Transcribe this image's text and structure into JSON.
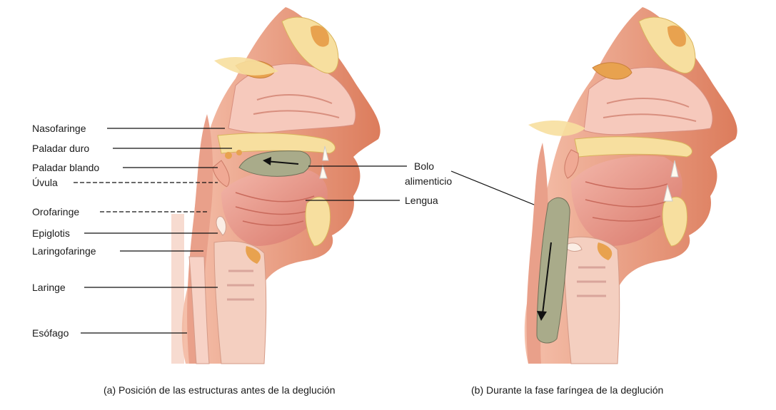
{
  "labels_left": [
    {
      "key": "nasofaringe",
      "text": "Nasofaringe"
    },
    {
      "key": "paladar-duro",
      "text": "Paladar duro"
    },
    {
      "key": "paladar-blando",
      "text": "Paladar blando"
    },
    {
      "key": "uvula",
      "text": "Úvula"
    },
    {
      "key": "orofaringe",
      "text": "Orofaringe"
    },
    {
      "key": "epiglotis",
      "text": "Epiglotis"
    },
    {
      "key": "laringofaringe",
      "text": "Laringofaringe"
    },
    {
      "key": "laringe",
      "text": "Laringe"
    },
    {
      "key": "esofago",
      "text": "Esófago"
    }
  ],
  "labels_right": {
    "bolo_line1": "Bolo",
    "bolo_line2": "alimenticio",
    "lengua": "Lengua"
  },
  "captions": {
    "a": "(a) Posición de las estructuras antes de la deglución",
    "b": "(b) Durante la fase faríngea de la deglución"
  },
  "colors": {
    "skin": "#e58a6a",
    "soft_tissue": "#f2b9a6",
    "tongue": "#e89b8c",
    "bone": "#f7df9f",
    "bolus": "#a9ab8a",
    "airway": "#f9e2d8"
  }
}
